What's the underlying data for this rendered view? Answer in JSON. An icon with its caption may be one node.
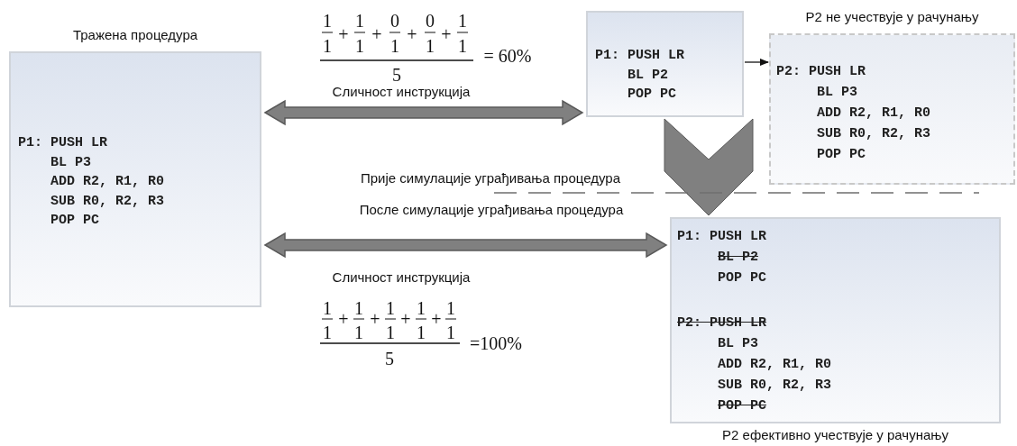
{
  "diagram": {
    "nodes": [
      {
        "text": [
          "Тражена процедура",
          "P1: PUSH LR",
          "BL P3",
          "ADD R2, R1, R0",
          "SUB R0, R2, R3",
          "POP PC"
        ]
      },
      {
        "text": [
          "P1: PUSH LR",
          "BL P2",
          "POP PC"
        ]
      },
      {
        "text": [
          "P2 не учествује у рачунању",
          "P2: PUSH LR",
          "BL P3",
          "ADD R2, R1, R0",
          "SUB R0, R2, R3",
          "POP PC"
        ]
      },
      {
        "text": [
          "P1: PUSH LR",
          "BL P2",
          "POP PC",
          "P2: PUSH LR",
          "BL P3",
          "ADD R2, R1, R0",
          "SUB R0, R2, R3",
          "POP PC",
          "P2 ефективно учествује у рачунању"
        ]
      }
    ],
    "edges": [
      {
        "from": 0,
        "to": 1,
        "arrow": "both",
        "label": "Сличност инструкција",
        "style": "thick"
      },
      {
        "from": 1,
        "to": 2,
        "arrow": "to"
      },
      {
        "from": 1,
        "to": 3,
        "arrow": "to",
        "style": "thick"
      },
      {
        "from": 0,
        "to": 3,
        "arrow": "both",
        "label": "Сличност инструкција",
        "style": "thick"
      }
    ],
    "labels": [
      "1",
      "1",
      "+",
      "1",
      "1",
      "+",
      "0",
      "1",
      "+",
      "0",
      "1",
      "+",
      "1",
      "1",
      "5",
      "= 60%",
      "Прије симулације уграђивања процедура",
      "После симулације уграђивања процедура",
      "1",
      "1",
      "+",
      "1",
      "1",
      "+",
      "1",
      "1",
      "+",
      "1",
      "1",
      "+",
      "1",
      "1",
      "5",
      "=100%"
    ]
  }
}
